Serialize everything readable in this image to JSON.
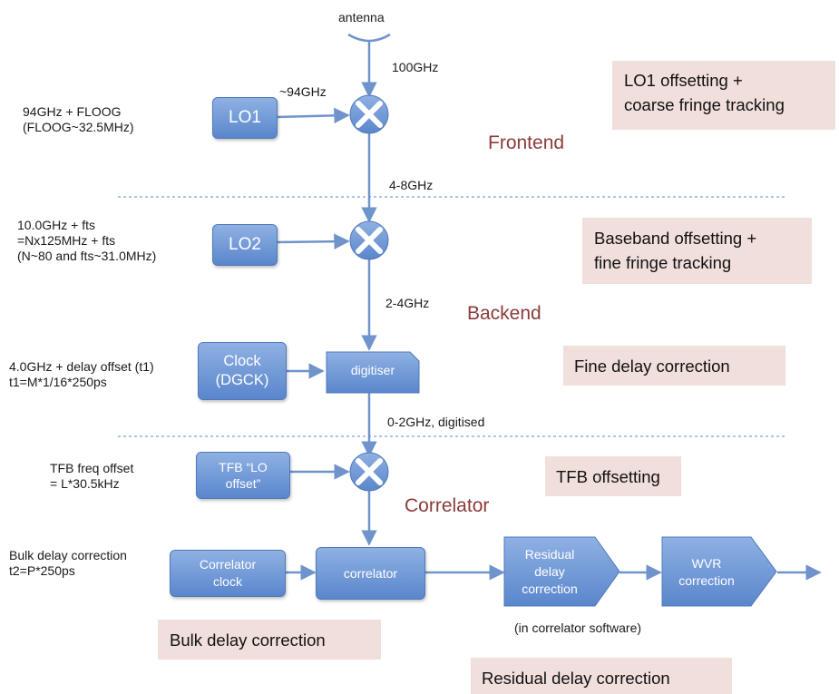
{
  "signal_labels": {
    "antenna": "antenna",
    "rf": "100GHz",
    "lo1_freq": "~94GHz",
    "if1": "4-8GHz",
    "if2": "2-4GHz",
    "digitised": "0-2GHz, digitised",
    "software_note": "(in correlator software)"
  },
  "sections": {
    "frontend": "Frontend",
    "backend": "Backend",
    "correlator": "Correlator"
  },
  "blocks": {
    "lo1": "LO1",
    "lo2": "LO2",
    "clock": [
      "Clock",
      "(DGCK)"
    ],
    "digitiser": "digitiser",
    "tfb_lo": [
      "TFB “LO",
      "offset”"
    ],
    "correlator_clock": [
      "Correlator",
      "clock"
    ],
    "correlator": "correlator",
    "residual": [
      "Residual",
      "delay",
      "correction"
    ],
    "wvr": [
      "WVR",
      "correction"
    ]
  },
  "side_labels": {
    "lo1": [
      "94GHz + FLOOG",
      "(FLOOG~32.5MHz)"
    ],
    "lo2": [
      "10.0GHz + fts",
      "=Nx125MHz + fts",
      "(N~80 and fts~31.0MHz)"
    ],
    "clock": [
      "4.0GHz + delay offset (t1)",
      "t1=M*1/16*250ps"
    ],
    "tfb": [
      "TFB freq offset",
      "= L*30.5kHz"
    ],
    "bulk": [
      "Bulk delay correction",
      "t2=P*250ps"
    ]
  },
  "notes": {
    "lo1": [
      "LO1 offsetting +",
      "coarse fringe tracking"
    ],
    "baseband": [
      "Baseband offsetting +",
      "fine fringe tracking"
    ],
    "fine_delay": [
      "Fine delay correction"
    ],
    "tfb": [
      "TFB offsetting"
    ],
    "bulk": [
      "Bulk delay correction"
    ],
    "residual": [
      "Residual delay correction"
    ]
  },
  "colors": {
    "block_top": "#8fb1e3",
    "block_bottom": "#5a86cc",
    "line": "#6f94cc",
    "section_text": "#8b3a3a",
    "note_bg": "#f1dfdb"
  }
}
